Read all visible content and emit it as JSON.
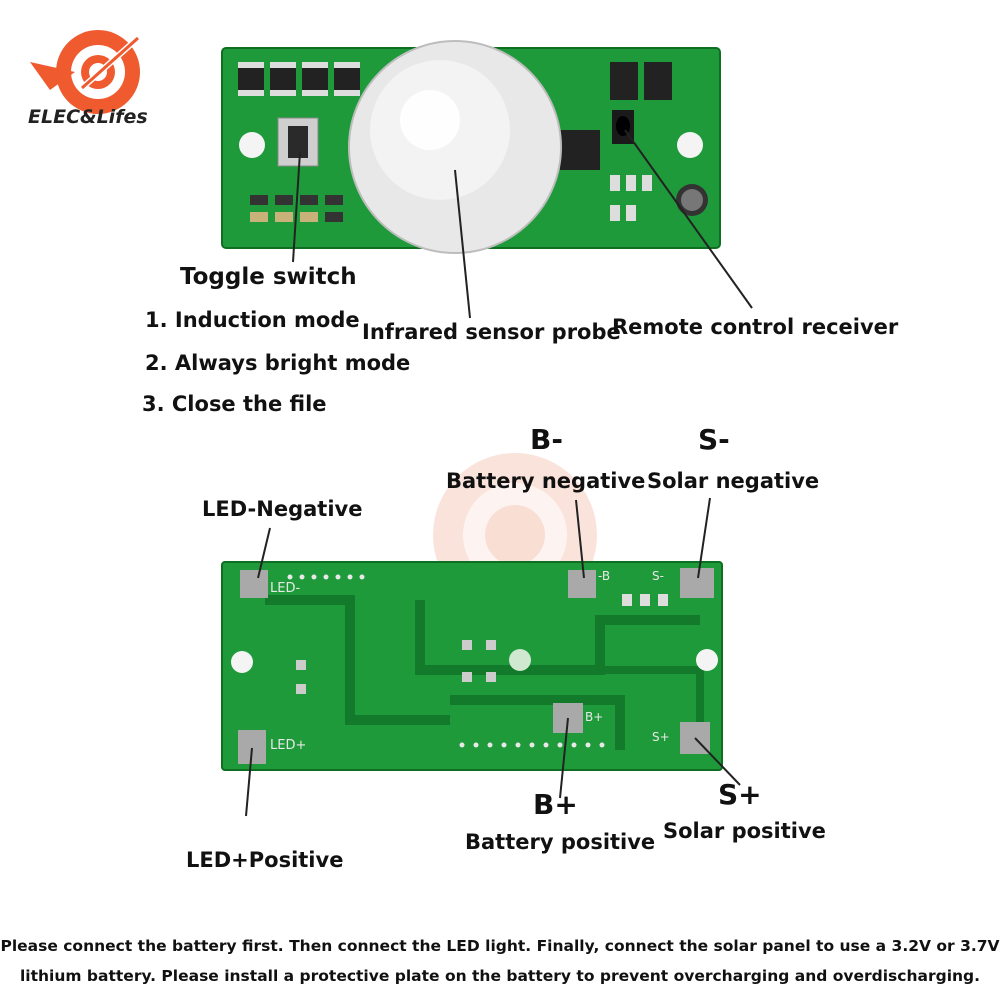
{
  "brand": {
    "name": "ELEC&Lifes"
  },
  "top_labels": {
    "toggle_switch": "Toggle switch",
    "mode_1": "1. Induction mode",
    "mode_2": "2. Always bright mode",
    "mode_3": "3. Close the file",
    "infrared": "Infrared sensor probe",
    "remote": "Remote control receiver"
  },
  "bottom_labels": {
    "b_minus": "B-",
    "battery_negative": "Battery negative",
    "s_minus": "S-",
    "solar_negative": "Solar negative",
    "led_negative": "LED-Negative",
    "b_plus": "B+",
    "battery_positive": "Battery positive",
    "s_plus": "S+",
    "solar_positive": "Solar positive",
    "led_positive": "LED+Positive"
  },
  "silkscreen": {
    "led_minus": "LED-",
    "led_plus": "LED+",
    "b_minus": "-B",
    "s_minus": "S-",
    "b_plus": "B+",
    "s_plus": "S+"
  },
  "footer": {
    "line1": "Please connect the battery first. Then connect the LED light. Finally, connect the solar panel to use a 3.2V or 3.7V",
    "line2": "lithium battery. Please install a protective plate on the battery to prevent overcharging and overdischarging."
  },
  "colors": {
    "pcb": "#1f9a3a",
    "pcb_dark": "#127a2a",
    "pad": "#a9a9a9",
    "logo": "#ef5a2f"
  }
}
